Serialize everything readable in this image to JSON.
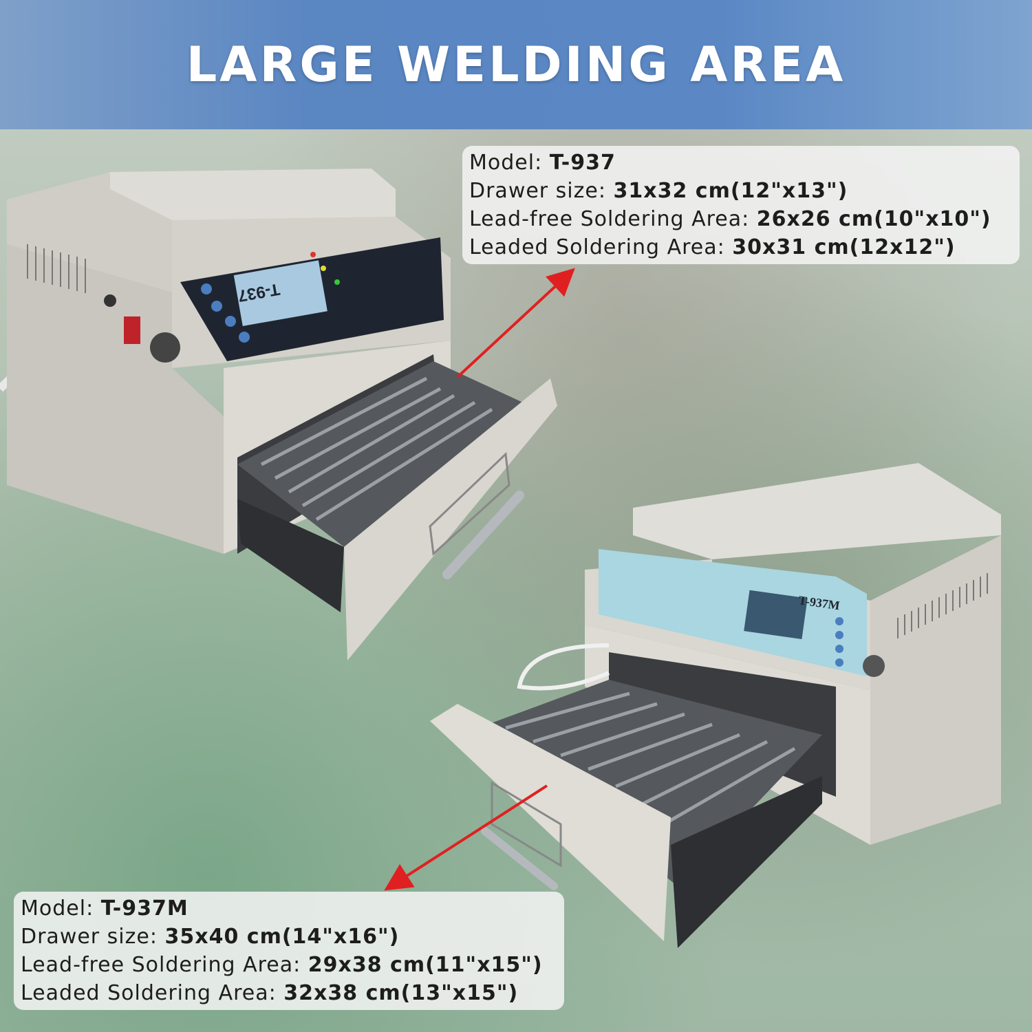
{
  "header": {
    "title": "LARGE WELDING AREA"
  },
  "models": [
    {
      "model_label": "Model: ",
      "model_value": "T-937",
      "drawer_label": "Drawer size: ",
      "drawer_value": "31x32 cm(12\"x13\")",
      "leadfree_label": "Lead-free Soldering Area: ",
      "leadfree_value": "26x26 cm(10\"x10\")",
      "leaded_label": "Leaded Soldering Area: ",
      "leaded_value": "30x31 cm(12x12\")",
      "panel_text": "T-937"
    },
    {
      "model_label": "Model: ",
      "model_value": "T-937M",
      "drawer_label": "Drawer size: ",
      "drawer_value": "35x40 cm(14\"x16\")",
      "leadfree_label": "Lead-free Soldering Area: ",
      "leadfree_value": "29x38 cm(11\"x15\")",
      "leaded_label": "Leaded Soldering Area: ",
      "leaded_value": "32x38 cm(13\"x15\")",
      "panel_text": "T-937M"
    }
  ],
  "colors": {
    "header": "#5b88c5",
    "arrow": "#e02020",
    "machine_body": "#d7d5cf",
    "panel_dark": "#1f2530",
    "panel_light": "#a9d6e0"
  }
}
